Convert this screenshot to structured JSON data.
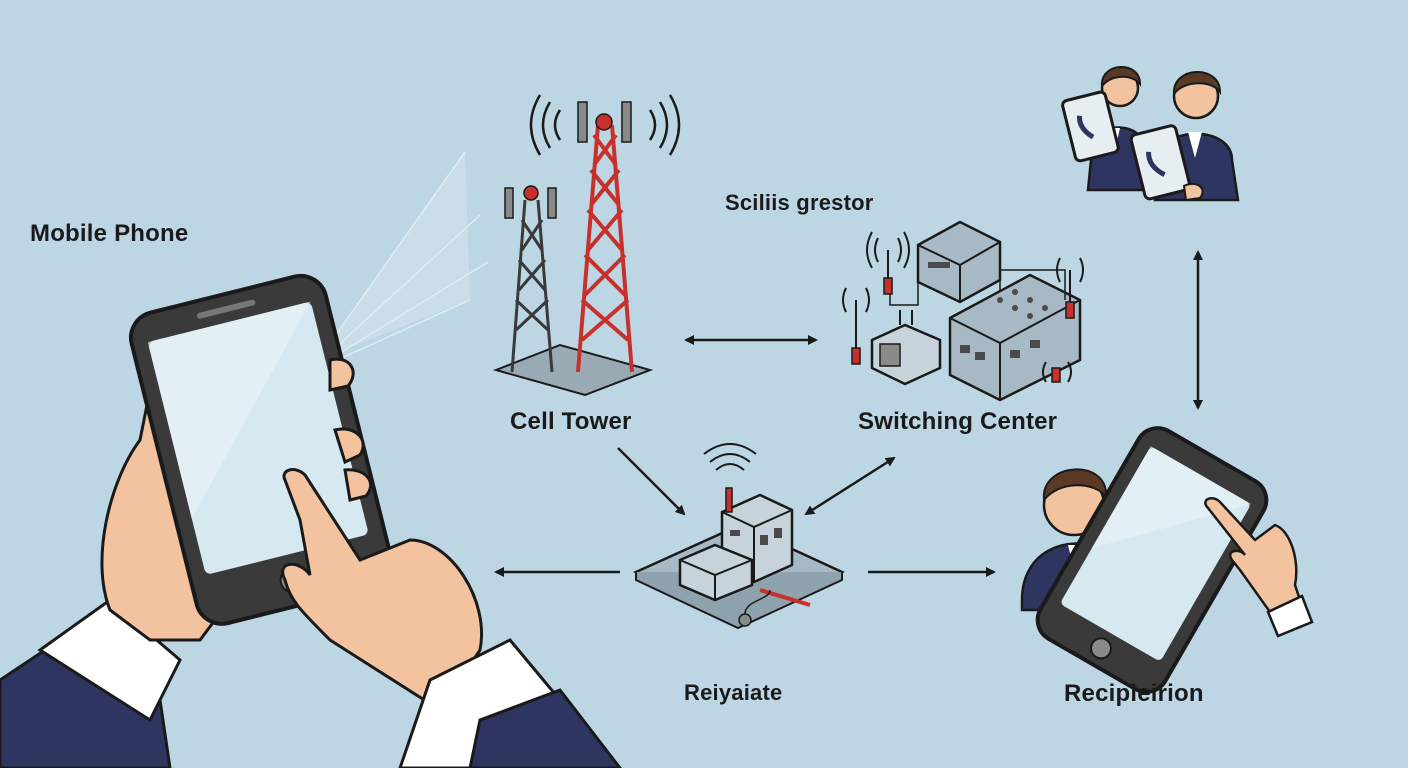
{
  "labels": {
    "mobile_phone": "Mobile Phone",
    "cell_tower": "Cell Tower",
    "switching_subtitle": "Sciliis grestor",
    "switching_center": "Switching Center",
    "relay": "Reiyaiate",
    "recipient": "Recipieirion"
  },
  "colors": {
    "background": "#bcd6e4",
    "tower_red": "#c8302c",
    "outline": "#2a2a2a",
    "suit": "#2e3561",
    "skin": "#f2c39e",
    "hair": "#5a3a24",
    "screen": "#d6e8f0"
  }
}
